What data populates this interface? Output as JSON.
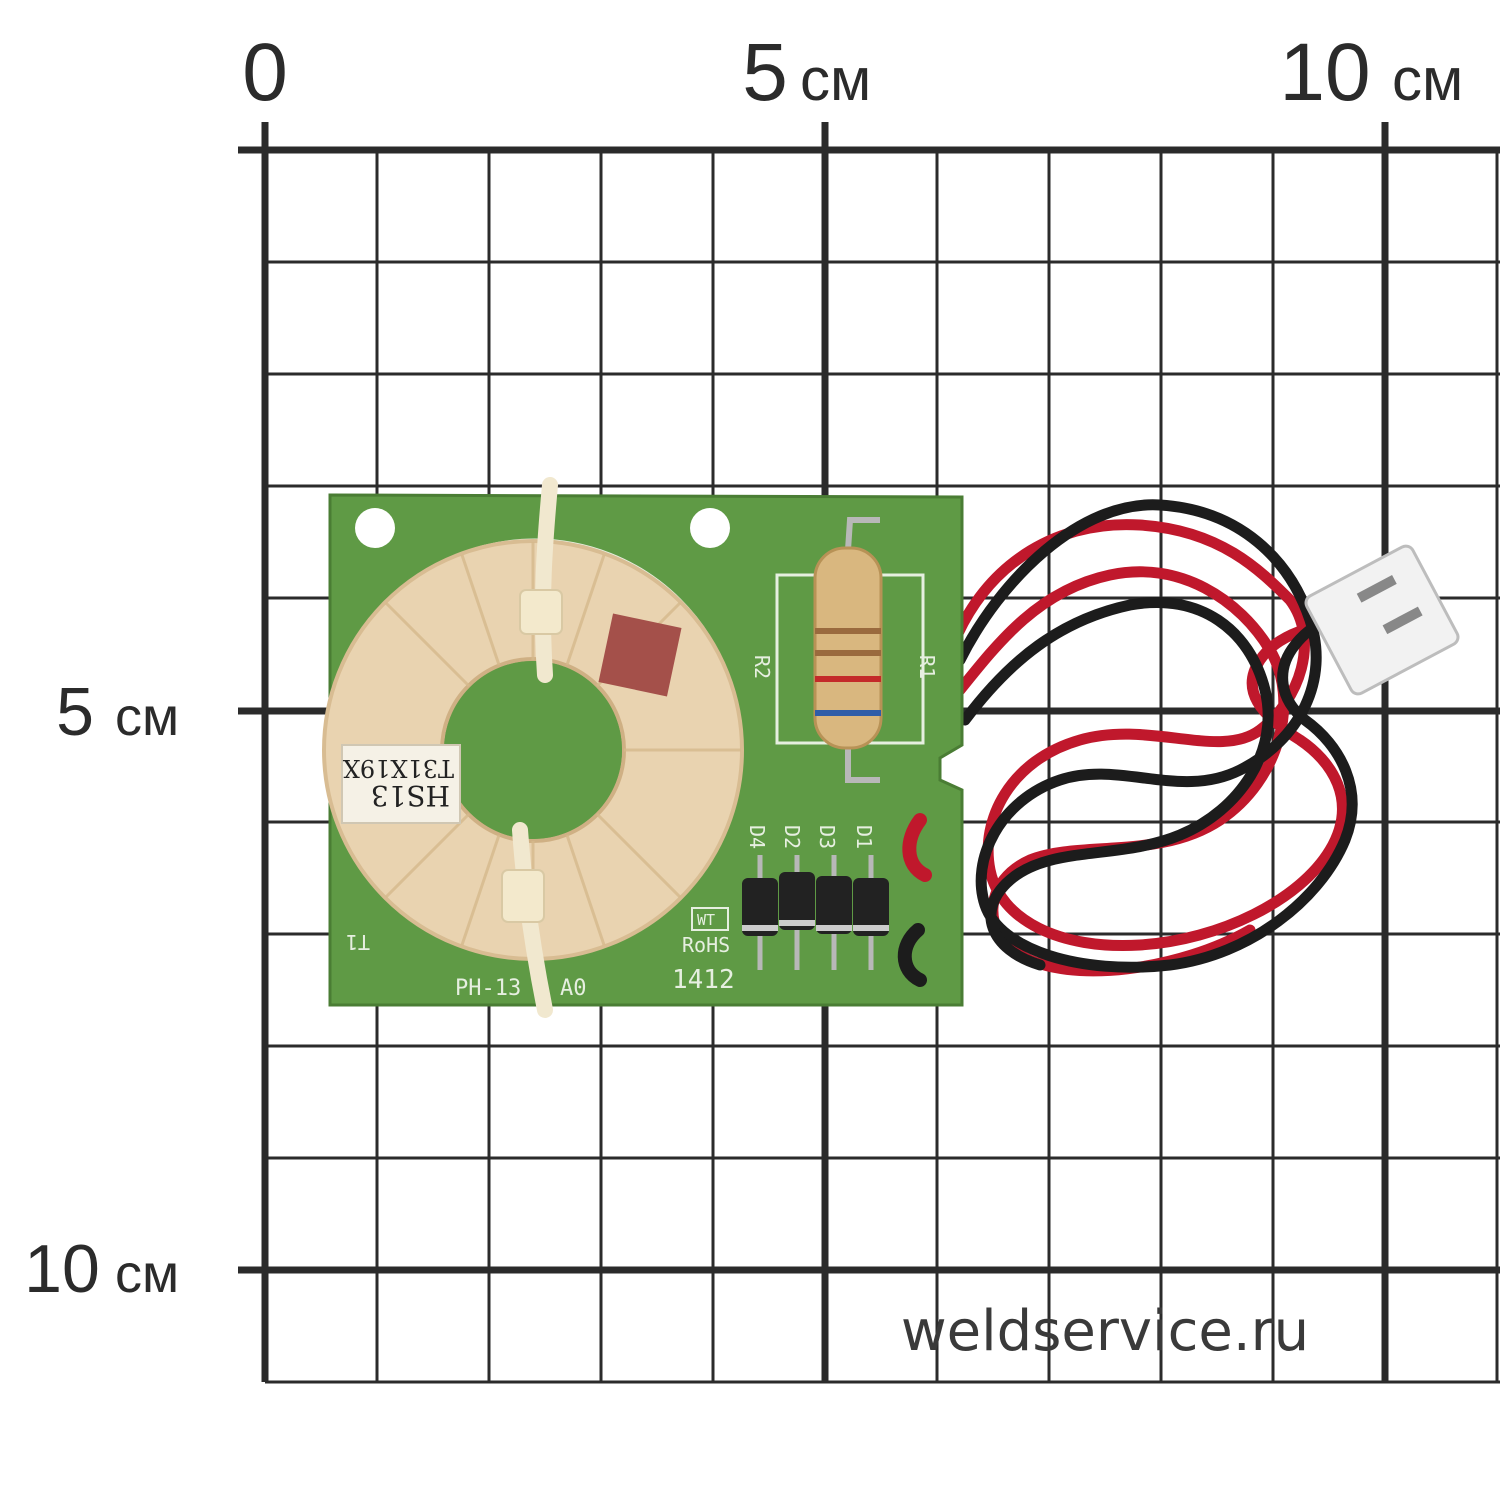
{
  "scale": {
    "top_labels": [
      {
        "number": "0",
        "unit": ""
      },
      {
        "number": "5",
        "unit": "см"
      },
      {
        "number": "10",
        "unit": "см"
      }
    ],
    "left_labels": [
      {
        "number": "5",
        "unit": "см"
      },
      {
        "number": "10",
        "unit": "см"
      }
    ]
  },
  "watermark": "weldservice.ru",
  "board": {
    "part_number": "PH-13",
    "part_suffix": "A0",
    "coil_label_line1": "HS13",
    "coil_label_line2": "T31X19X",
    "date_code": "1412",
    "rohs": "RoHS",
    "wt": "WT",
    "designators": {
      "t1": "T1",
      "r1": "R1",
      "r2": "R2",
      "d1": "D1",
      "d2": "D2",
      "d3": "D3",
      "d4": "D4"
    }
  },
  "colors": {
    "grid": "#2b2b2b",
    "pcb": "#5f9a45",
    "wire_red": "#c0182c",
    "wire_black": "#1c1c1c",
    "toroid": "#e9d3b0"
  }
}
